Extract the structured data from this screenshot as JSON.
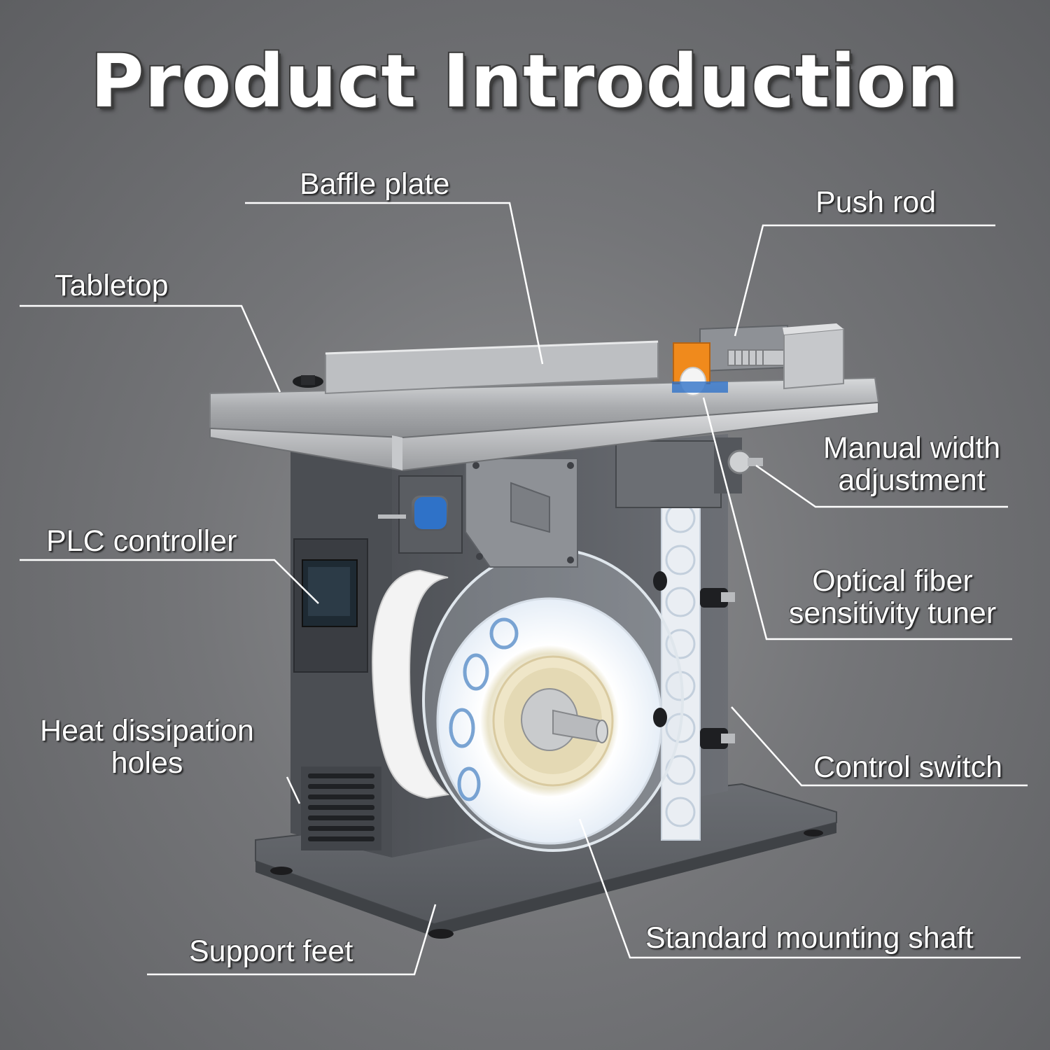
{
  "title": "Product Introduction",
  "labels": {
    "baffle_plate": "Baffle plate",
    "push_rod": "Push rod",
    "tabletop": "Tabletop",
    "manual_width_line1": "Manual width",
    "manual_width_line2": "adjustment",
    "plc_controller": "PLC controller",
    "optical_fiber_line1": "Optical fiber",
    "optical_fiber_line2": "sensitivity tuner",
    "heat_dissipation_line1": "Heat dissipation",
    "heat_dissipation_line2": "holes",
    "control_switch": "Control switch",
    "support_feet": "Support feet",
    "standard_mounting_shaft": "Standard mounting shaft"
  },
  "colors": {
    "background": "#747578",
    "label_text": "#ffffff",
    "leader_line": "#ffffff",
    "machine_body": "#5d6066",
    "stainless": "#b9bbbe",
    "orange_pad": "#f08a1c",
    "blue_roller": "#2f72c8"
  }
}
